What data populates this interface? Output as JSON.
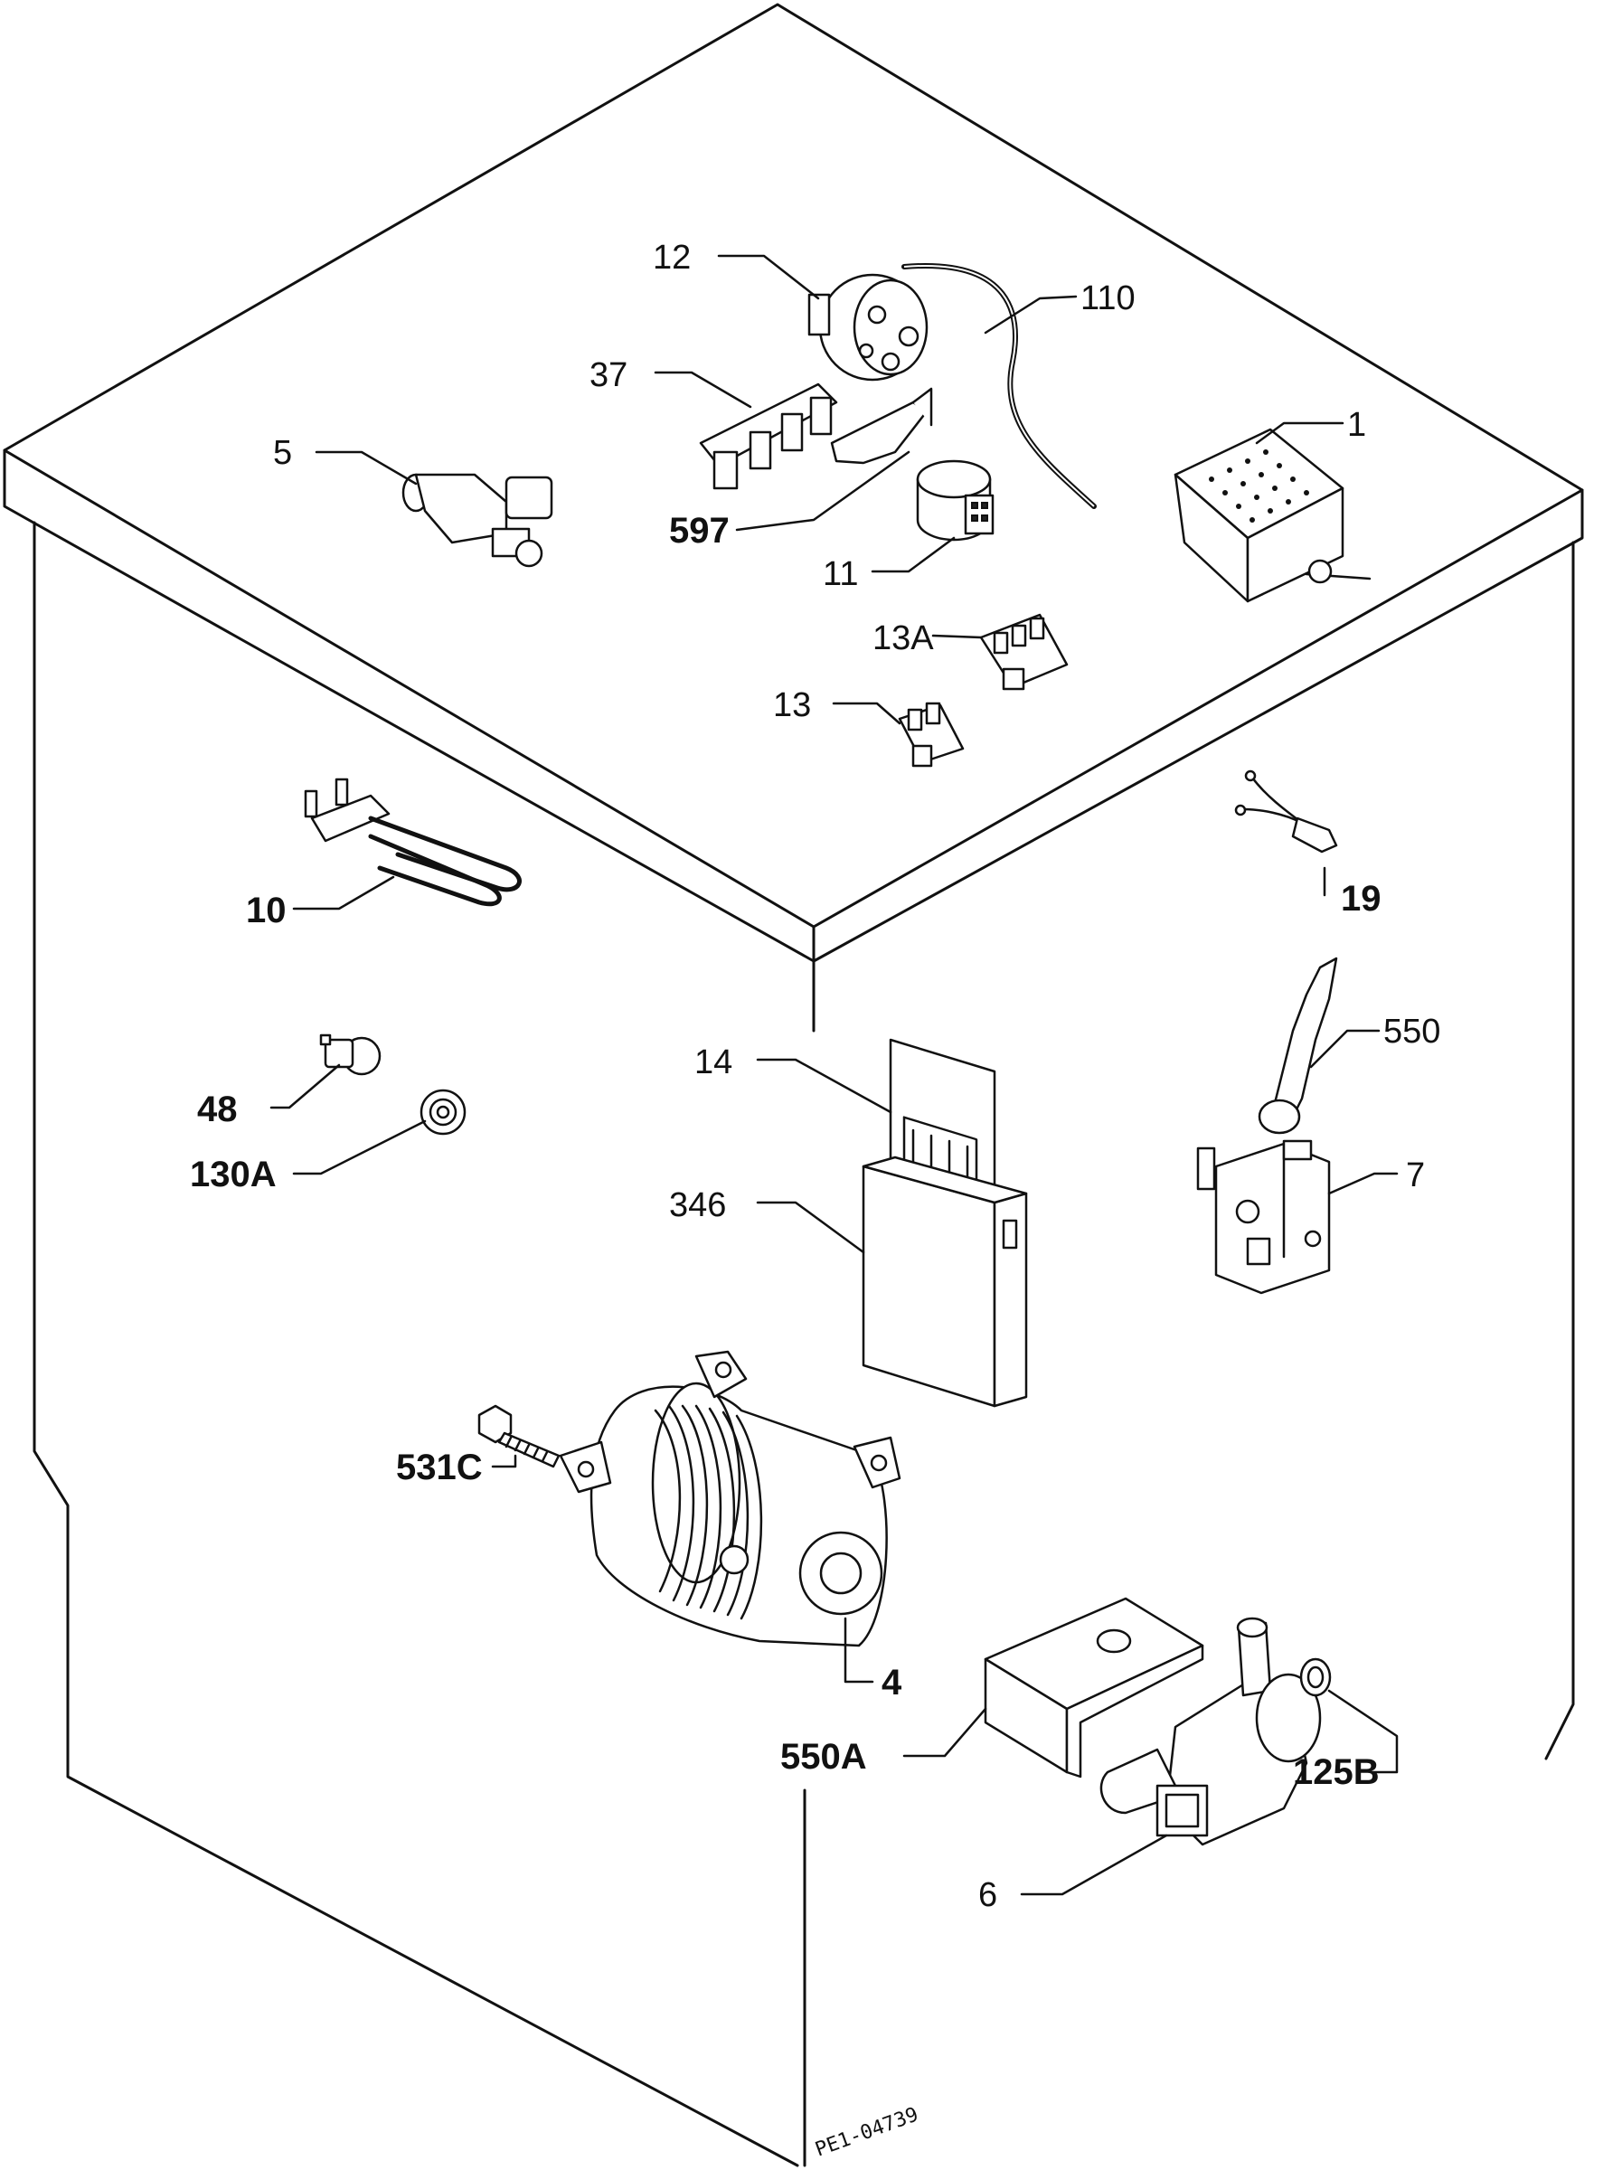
{
  "drawing_code": "PE1-04739",
  "labels": {
    "p1": "1",
    "p4": "4",
    "p5": "5",
    "p6": "6",
    "p7": "7",
    "p10": "10",
    "p11": "11",
    "p12": "12",
    "p13": "13",
    "p13a": "13A",
    "p14": "14",
    "p19": "19",
    "p37": "37",
    "p48": "48",
    "p110": "110",
    "p125b": "125B",
    "p130a": "130A",
    "p346": "346",
    "p531c": "531C",
    "p550": "550",
    "p550a": "550A",
    "p597": "597"
  }
}
